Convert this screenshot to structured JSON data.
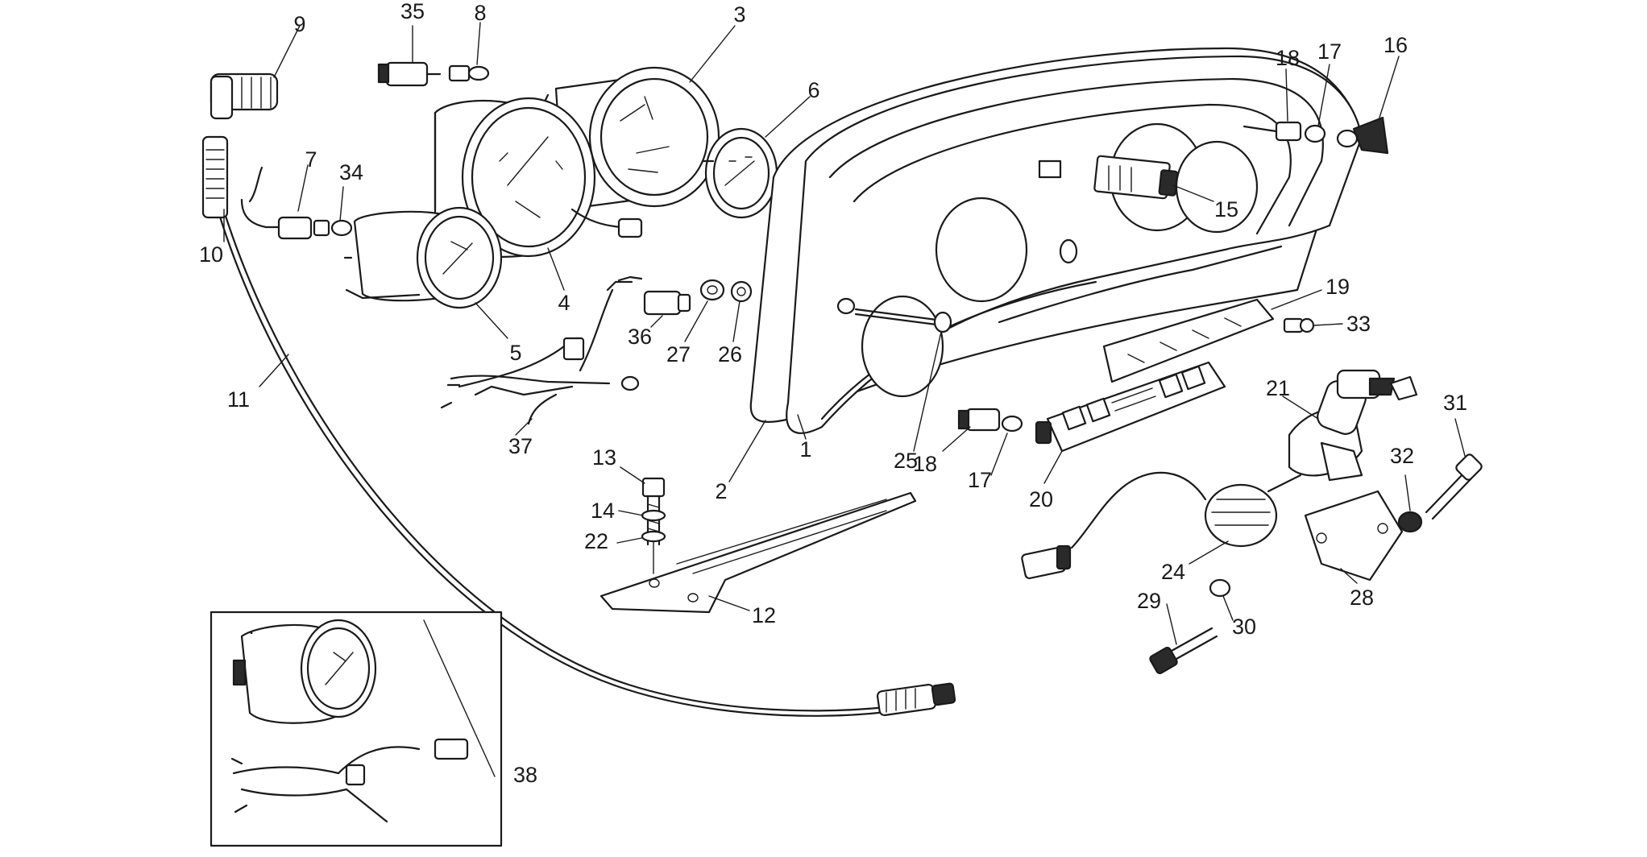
{
  "callouts": [
    "1",
    "2",
    "3",
    "4",
    "5",
    "6",
    "7",
    "8",
    "9",
    "10",
    "11",
    "12",
    "13",
    "14",
    "15",
    "16",
    "17",
    "18",
    "19",
    "20",
    "21",
    "22",
    "24",
    "25",
    "26",
    "27",
    "28",
    "29",
    "30",
    "31",
    "32",
    "33",
    "34",
    "35",
    "36",
    "37",
    "38"
  ],
  "callouts_repeated": {
    "17b": "17",
    "18b": "18"
  },
  "inset": {
    "marker": "."
  }
}
